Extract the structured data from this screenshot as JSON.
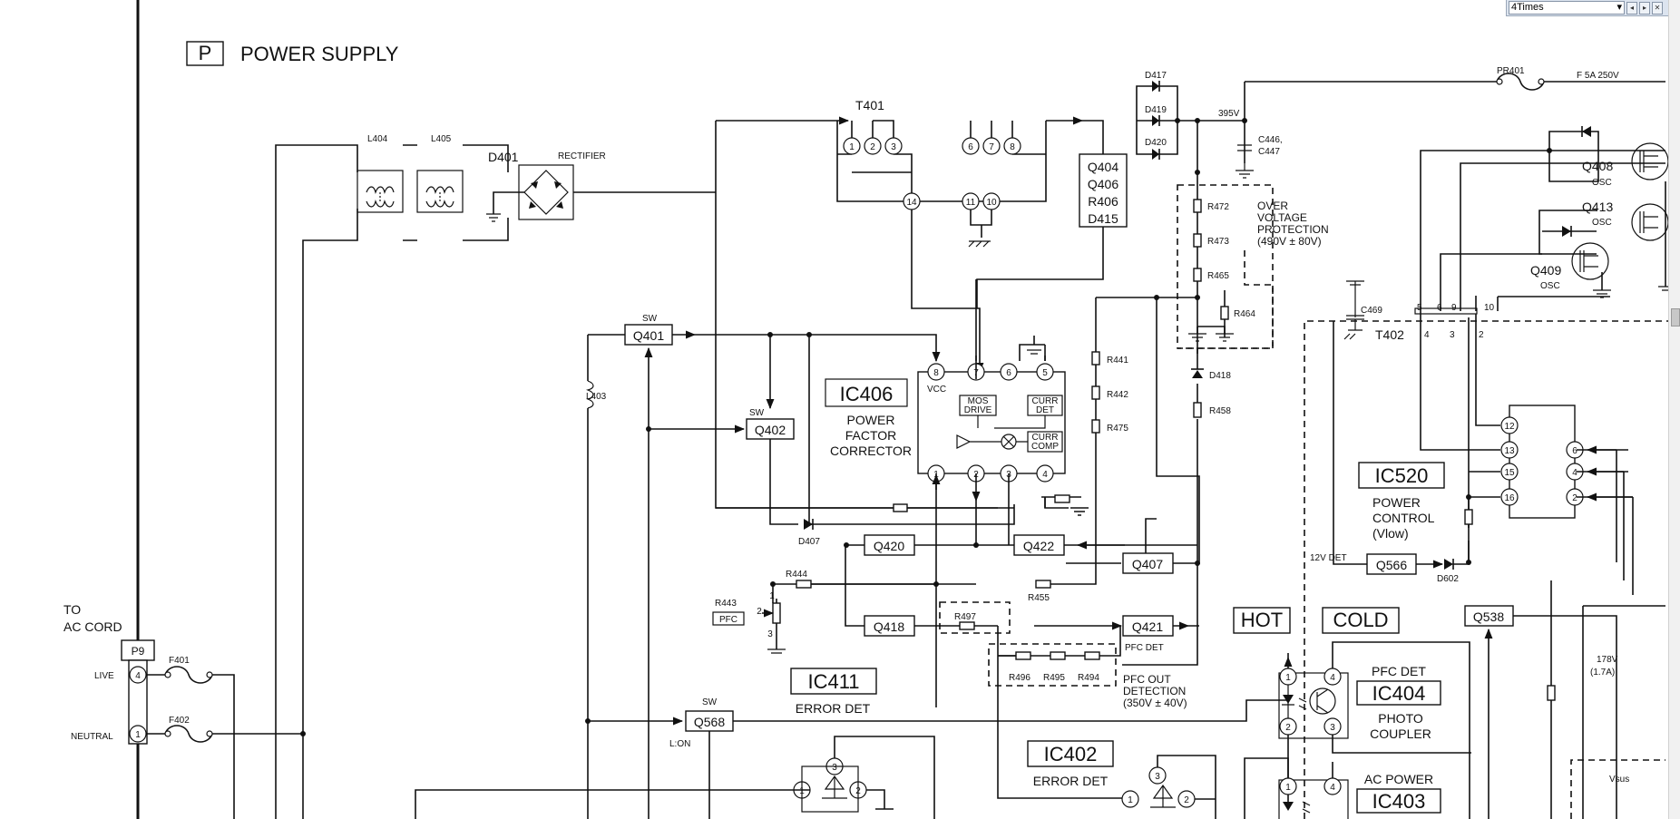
{
  "toolbar": {
    "zoom_value": "4Times",
    "dropdown_glyph": "▾",
    "prev_glyph": "◂",
    "next_glyph": "▸",
    "close_glyph": "✕"
  },
  "section": {
    "letter": "P",
    "title": "POWER SUPPLY"
  },
  "input": {
    "to_ac_cord_1": "TO",
    "to_ac_cord_2": "AC CORD",
    "connector": "P9",
    "live": "LIVE",
    "neutral": "NEUTRAL",
    "pin4": "4",
    "pin1": "1",
    "f401": "F401",
    "f402": "F402"
  },
  "filter": {
    "l404": "L404",
    "l405": "L405",
    "d401": "D401",
    "rectifier": "RECTIFIER",
    "l403": "L403"
  },
  "transformer": {
    "t401": "T401",
    "pins_top": [
      "1",
      "2",
      "3",
      "6",
      "7",
      "8"
    ],
    "pins_bottom": [
      "14",
      "11",
      "10"
    ]
  },
  "pfc_switch": {
    "lines": [
      "Q404",
      "Q406",
      "R406",
      "D415"
    ]
  },
  "diodes_top": {
    "d417": "D417",
    "d419": "D419",
    "d420": "D420",
    "v395": "395V"
  },
  "caps": {
    "c446": "C446,",
    "c447": "C447",
    "c469": "C469"
  },
  "fuse_main": {
    "pr401": "PR401",
    "rating": "F 5A 250V"
  },
  "ovp": {
    "r472": "R472",
    "r473": "R473",
    "r465": "R465",
    "r464": "R464",
    "line1": "OVER",
    "line2": "VOLTAGE",
    "line3": "PROTECTION",
    "line4": "(490V  ± 80V)"
  },
  "ic406": {
    "name": "IC406",
    "desc1": "POWER",
    "desc2": "FACTOR",
    "desc3": "CORRECTOR",
    "vcc": "VCC",
    "mos1": "MOS",
    "mos2": "DRIVE",
    "cdet1": "CURR",
    "cdet2": "DET",
    "ccomp1": "CURR",
    "ccomp2": "COMP",
    "pins_top": [
      "8",
      "7",
      "6",
      "5"
    ],
    "pins_bottom": [
      "1",
      "2",
      "3",
      "4"
    ]
  },
  "q401": {
    "name": "Q401",
    "tag": "SW"
  },
  "q402": {
    "name": "Q402",
    "tag": "SW"
  },
  "d407": "D407",
  "q420": "Q420",
  "q422": "Q422",
  "q407": "Q407",
  "q418": "Q418",
  "q421": "Q421",
  "pfc_det_small": "PFC DET",
  "r_labels": {
    "r441": "R441",
    "r442": "R442",
    "r475": "R475",
    "d418": "D418",
    "r458": "R458",
    "r444": "R444",
    "r455": "R455",
    "r443": "R443",
    "r497": "R497",
    "r496": "R496",
    "r495": "R495",
    "r494": "R494"
  },
  "pfc_tag": "PFC",
  "pot_pins": [
    "1",
    "2",
    "3"
  ],
  "pfc_out": {
    "line1": "PFC OUT",
    "line2": "DETECTION",
    "line3": "(350V ± 40V)"
  },
  "ic411": {
    "name": "IC411",
    "desc": "ERROR DET"
  },
  "ic402": {
    "name": "IC402",
    "desc": "ERROR DET"
  },
  "q568": {
    "name": "Q568",
    "tag": "SW",
    "note": "L:ON"
  },
  "hot": "HOT",
  "cold": "COLD",
  "ic404": {
    "name": "IC404",
    "top": "PFC DET",
    "desc1": "PHOTO",
    "desc2": "COUPLER"
  },
  "ic403": {
    "name": "IC403",
    "top": "AC POWER"
  },
  "ic520": {
    "name": "IC520",
    "desc1": "POWER",
    "desc2": "CONTROL",
    "desc3": "(Vlow)",
    "pins_left": [
      "12",
      "13",
      "15",
      "16"
    ],
    "pins_right": [
      "6",
      "4",
      "2"
    ]
  },
  "q566": "Q566",
  "d602": "D602",
  "v12det": "12V DET",
  "q538": "Q538",
  "t402": {
    "name": "T402",
    "pins_top": [
      "5",
      "6",
      "9",
      "10"
    ],
    "pins_bottom": [
      "4",
      "3",
      "2"
    ]
  },
  "q408": {
    "name": "Q408",
    "tag": "OSC"
  },
  "q413": {
    "name": "Q413",
    "tag": "OSC"
  },
  "q409": {
    "name": "Q409",
    "tag": "OSC"
  },
  "v178": {
    "line1": "178V",
    "line2": "(1.7A)"
  },
  "vsus": "Vsus",
  "coupler_pins": {
    "p1": "1",
    "p2": "2",
    "p3": "3",
    "p4": "4"
  }
}
